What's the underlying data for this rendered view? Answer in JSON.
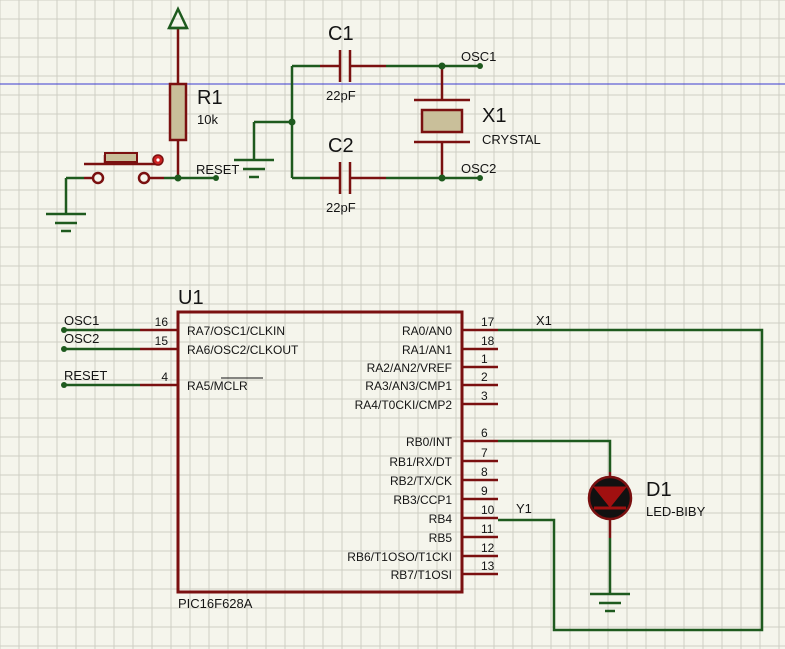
{
  "colors": {
    "background": "#f5f5ec",
    "grid_minor": "#cfcfc4",
    "grid_major": "#b2b2a6",
    "guide_line": "#3a3ad0",
    "wire": "#1e5a1e",
    "component": "#7a1010",
    "component_fill": "#c9bf9a",
    "text": "#141414"
  },
  "r1": {
    "ref": "R1",
    "value": "10k"
  },
  "c1": {
    "ref": "C1",
    "value": "22pF"
  },
  "c2": {
    "ref": "C2",
    "value": "22pF"
  },
  "x1": {
    "ref": "X1",
    "value": "CRYSTAL"
  },
  "d1": {
    "ref": "D1",
    "value": "LED-BIBY"
  },
  "u1": {
    "ref": "U1",
    "part": "PIC16F628A",
    "left_pins": [
      {
        "name": "RA7/OSC1/CLKIN",
        "num": "16",
        "net": "OSC1"
      },
      {
        "name": "RA6/OSC2/CLKOUT",
        "num": "15",
        "net": "OSC2"
      },
      {
        "name": "RA5/MCLR",
        "num": "4",
        "net": "RESET"
      }
    ],
    "right_pins": [
      {
        "name": "RA0/AN0",
        "num": "17"
      },
      {
        "name": "RA1/AN1",
        "num": "18"
      },
      {
        "name": "RA2/AN2/VREF",
        "num": "1"
      },
      {
        "name": "RA3/AN3/CMP1",
        "num": "2"
      },
      {
        "name": "RA4/T0CKI/CMP2",
        "num": "3"
      },
      {
        "name": "RB0/INT",
        "num": "6"
      },
      {
        "name": "RB1/RX/DT",
        "num": "7"
      },
      {
        "name": "RB2/TX/CK",
        "num": "8"
      },
      {
        "name": "RB3/CCP1",
        "num": "9"
      },
      {
        "name": "RB4",
        "num": "10"
      },
      {
        "name": "RB5",
        "num": "11"
      },
      {
        "name": "RB6/T1OSO/T1CKI",
        "num": "12"
      },
      {
        "name": "RB7/T1OSI",
        "num": "13"
      }
    ]
  },
  "nets": {
    "osc1": "OSC1",
    "osc2": "OSC2",
    "reset": "RESET",
    "x1": "X1",
    "y1": "Y1"
  }
}
